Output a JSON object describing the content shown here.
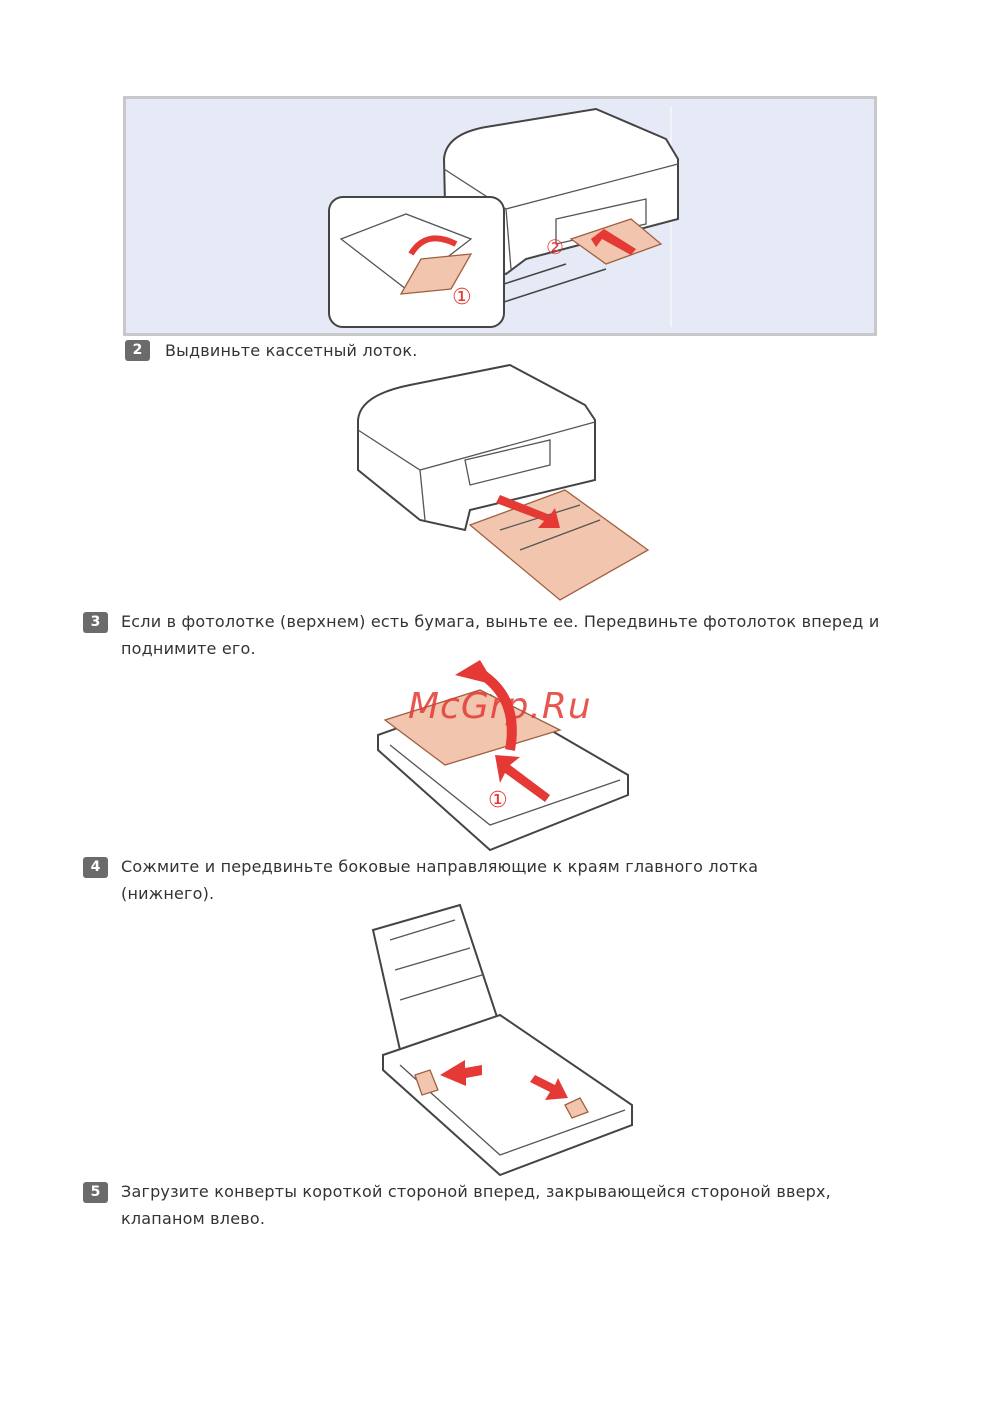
{
  "steps": [
    {
      "number": "2",
      "text": "Выдвиньте кассетный лоток."
    },
    {
      "number": "3",
      "text": "Если в фотолотке (верхнем) есть бумага, выньте ее. Передвиньте фотолоток вперед и",
      "text2": "поднимите его."
    },
    {
      "number": "4",
      "text": "Сожмите и передвиньте боковые направляющие к краям главного лотка",
      "text2": "(нижнего)."
    },
    {
      "number": "5",
      "text": "Загрузите конверты короткой стороной вперед, закрывающейся стороной вверх,",
      "text2": "клапаном влево."
    }
  ],
  "callouts": {
    "one": "①",
    "two": "②"
  },
  "watermark": "McGrp.Ru",
  "colors": {
    "arrow": "#e53935",
    "paper": "#f2c5ae",
    "panel": "#e6eaf6"
  }
}
